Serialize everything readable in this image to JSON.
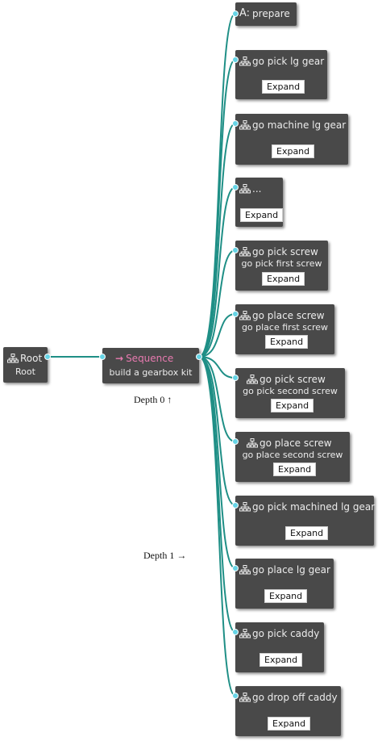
{
  "colors": {
    "node_bg": "#494949",
    "edge": "#1f8f86",
    "port": "#66d4e6",
    "sequence_accent": "#e87ab0"
  },
  "root": {
    "title": "Root",
    "subtitle": "Root",
    "icon": "tree-icon"
  },
  "sequence": {
    "arrow": "→",
    "title": "Sequence",
    "subtitle": "build a gearbox kit"
  },
  "captions": {
    "depth0": "Depth 0 ↑",
    "depth1": "Depth 1 →"
  },
  "action": {
    "prefix": "A:",
    "title": "prepare"
  },
  "children": [
    {
      "title": "go pick lg gear",
      "subtitle": "",
      "expand": "Expand"
    },
    {
      "title": "go machine lg gear",
      "subtitle": "",
      "expand": "Expand"
    },
    {
      "title": "...",
      "subtitle": "",
      "expand": "Expand"
    },
    {
      "title": "go pick screw",
      "subtitle": "go pick first screw",
      "expand": "Expand"
    },
    {
      "title": "go place screw",
      "subtitle": "go place first screw",
      "expand": "Expand"
    },
    {
      "title": "go pick screw",
      "subtitle": "go pick second screw",
      "expand": "Expand"
    },
    {
      "title": "go place screw",
      "subtitle": "go place second screw",
      "expand": "Expand"
    },
    {
      "title": "go pick machined lg gear",
      "subtitle": "",
      "expand": "Expand"
    },
    {
      "title": "go place lg gear",
      "subtitle": "",
      "expand": "Expand"
    },
    {
      "title": "go pick caddy",
      "subtitle": "",
      "expand": "Expand"
    },
    {
      "title": "go drop off caddy",
      "subtitle": "",
      "expand": "Expand"
    }
  ]
}
